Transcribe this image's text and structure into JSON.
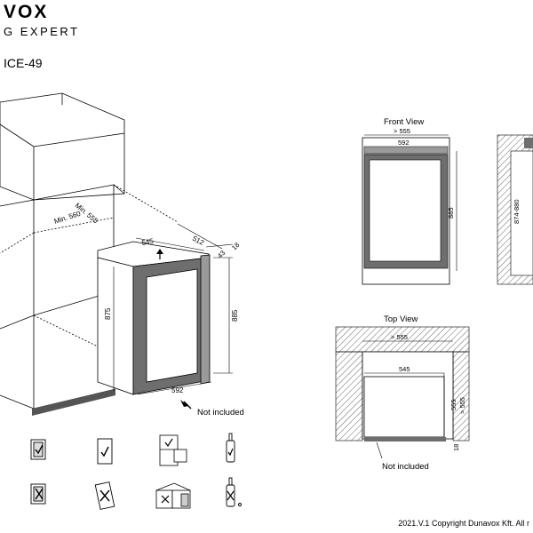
{
  "header": {
    "brand": "VOX",
    "tagline": "G EXPERT",
    "model": "ICE-49"
  },
  "main_view": {
    "cabinet_min_width": "Min. 560",
    "cabinet_min_depth": "Min. 555",
    "width_label": "545",
    "depth_label": "512",
    "door_offset": "43",
    "door_thickness": "18",
    "inner_height": "875",
    "total_height": "885",
    "door_width": "592",
    "not_included": "Not included"
  },
  "front_view": {
    "title": "Front View",
    "min_width": "> 555",
    "door_width": "592",
    "height": "885",
    "side_height": "874-880"
  },
  "top_view": {
    "title": "Top View",
    "min_width": "> 555",
    "inner_width": "545",
    "depth": "555",
    "min_depth": "> 555",
    "door_thickness": "18",
    "not_included": "Not included"
  },
  "footer": {
    "copyright": "2021.V.1 Copyright Dunavox Kft. All r"
  },
  "icons": [
    "instructions-do-icon",
    "fridge-ok-icon",
    "cabinet-install-ok-icon",
    "bottle-ok-icon",
    "instructions-dont-icon",
    "fridge-wrong-icon",
    "cabinet-install-wrong-icon",
    "bottle-wrong-icon"
  ],
  "colors": {
    "line": "#000000",
    "panel": "#6e6e6e",
    "shade": "#9a9a9a"
  }
}
